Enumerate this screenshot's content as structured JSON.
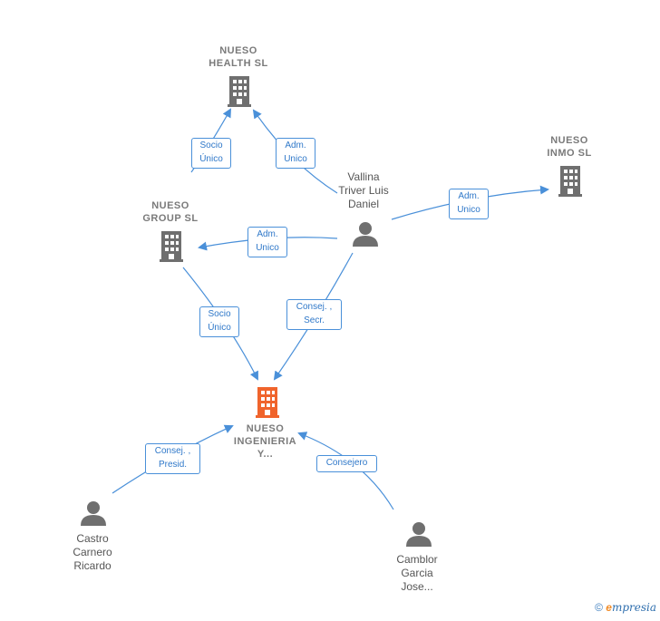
{
  "companies": {
    "health": {
      "name": "NUESO\nHEALTH  SL"
    },
    "group": {
      "name": "NUESO\nGROUP  SL"
    },
    "inmo": {
      "name": "NUESO\nINMO  SL"
    },
    "ingenieria": {
      "name": "NUESO\nINGENIERIA\nY..."
    }
  },
  "people": {
    "vallina": {
      "name": "Vallina\nTriver Luis\nDaniel"
    },
    "castro": {
      "name": "Castro\nCarnero\nRicardo"
    },
    "camblor": {
      "name": "Camblor\nGarcia\nJose..."
    }
  },
  "relations": {
    "group_health": "Socio\nÚnico",
    "vallina_health": "Adm.\nUnico",
    "vallina_inmo": "Adm.\nUnico",
    "vallina_group": "Adm.\nUnico",
    "group_ingenieria": "Socio\nÚnico",
    "vallina_ingenieria": "Consej. ,\nSecr.",
    "castro_ingenieria": "Consej. ,\nPresid.",
    "camblor_ingenieria": "Consejero"
  },
  "colors": {
    "building_default": "#6f6f6f",
    "building_focus": "#f0642c",
    "person": "#6f6f6f",
    "edge": "#4a90d9"
  },
  "footer": {
    "copyright": "©",
    "brand_e": "e",
    "brand_rest": "mpresia"
  }
}
